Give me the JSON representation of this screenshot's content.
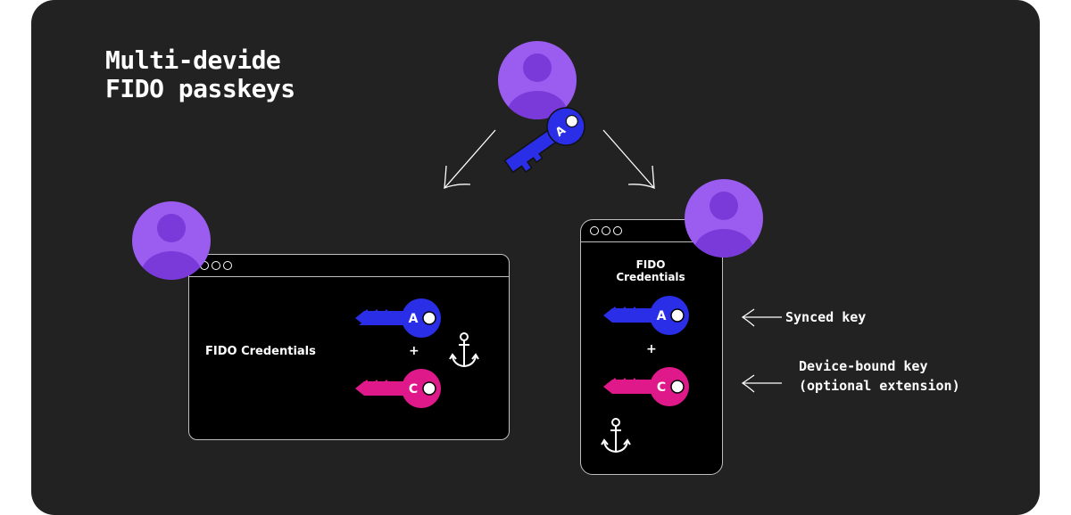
{
  "title": "Multi-devide\nFIDO passkeys",
  "desktop": {
    "credentials_label": "FIDO Credentials",
    "plus": "+"
  },
  "phone": {
    "credentials_label": "FIDO\nCredentials",
    "plus": "+"
  },
  "annotations": {
    "synced": "Synced key",
    "device_bound": "Device-bound key\n(optional extension)"
  },
  "keys": {
    "synced_letter": "A",
    "device_letter": "C"
  },
  "colors": {
    "background": "#222222",
    "avatar": "#9b5cf0",
    "avatar_dark": "#7a3ad9",
    "synced_key": "#2a2ee6",
    "device_key": "#e0198a"
  },
  "icons": [
    "user-avatar-icon",
    "key-icon",
    "anchor-icon",
    "arrow-icon"
  ]
}
